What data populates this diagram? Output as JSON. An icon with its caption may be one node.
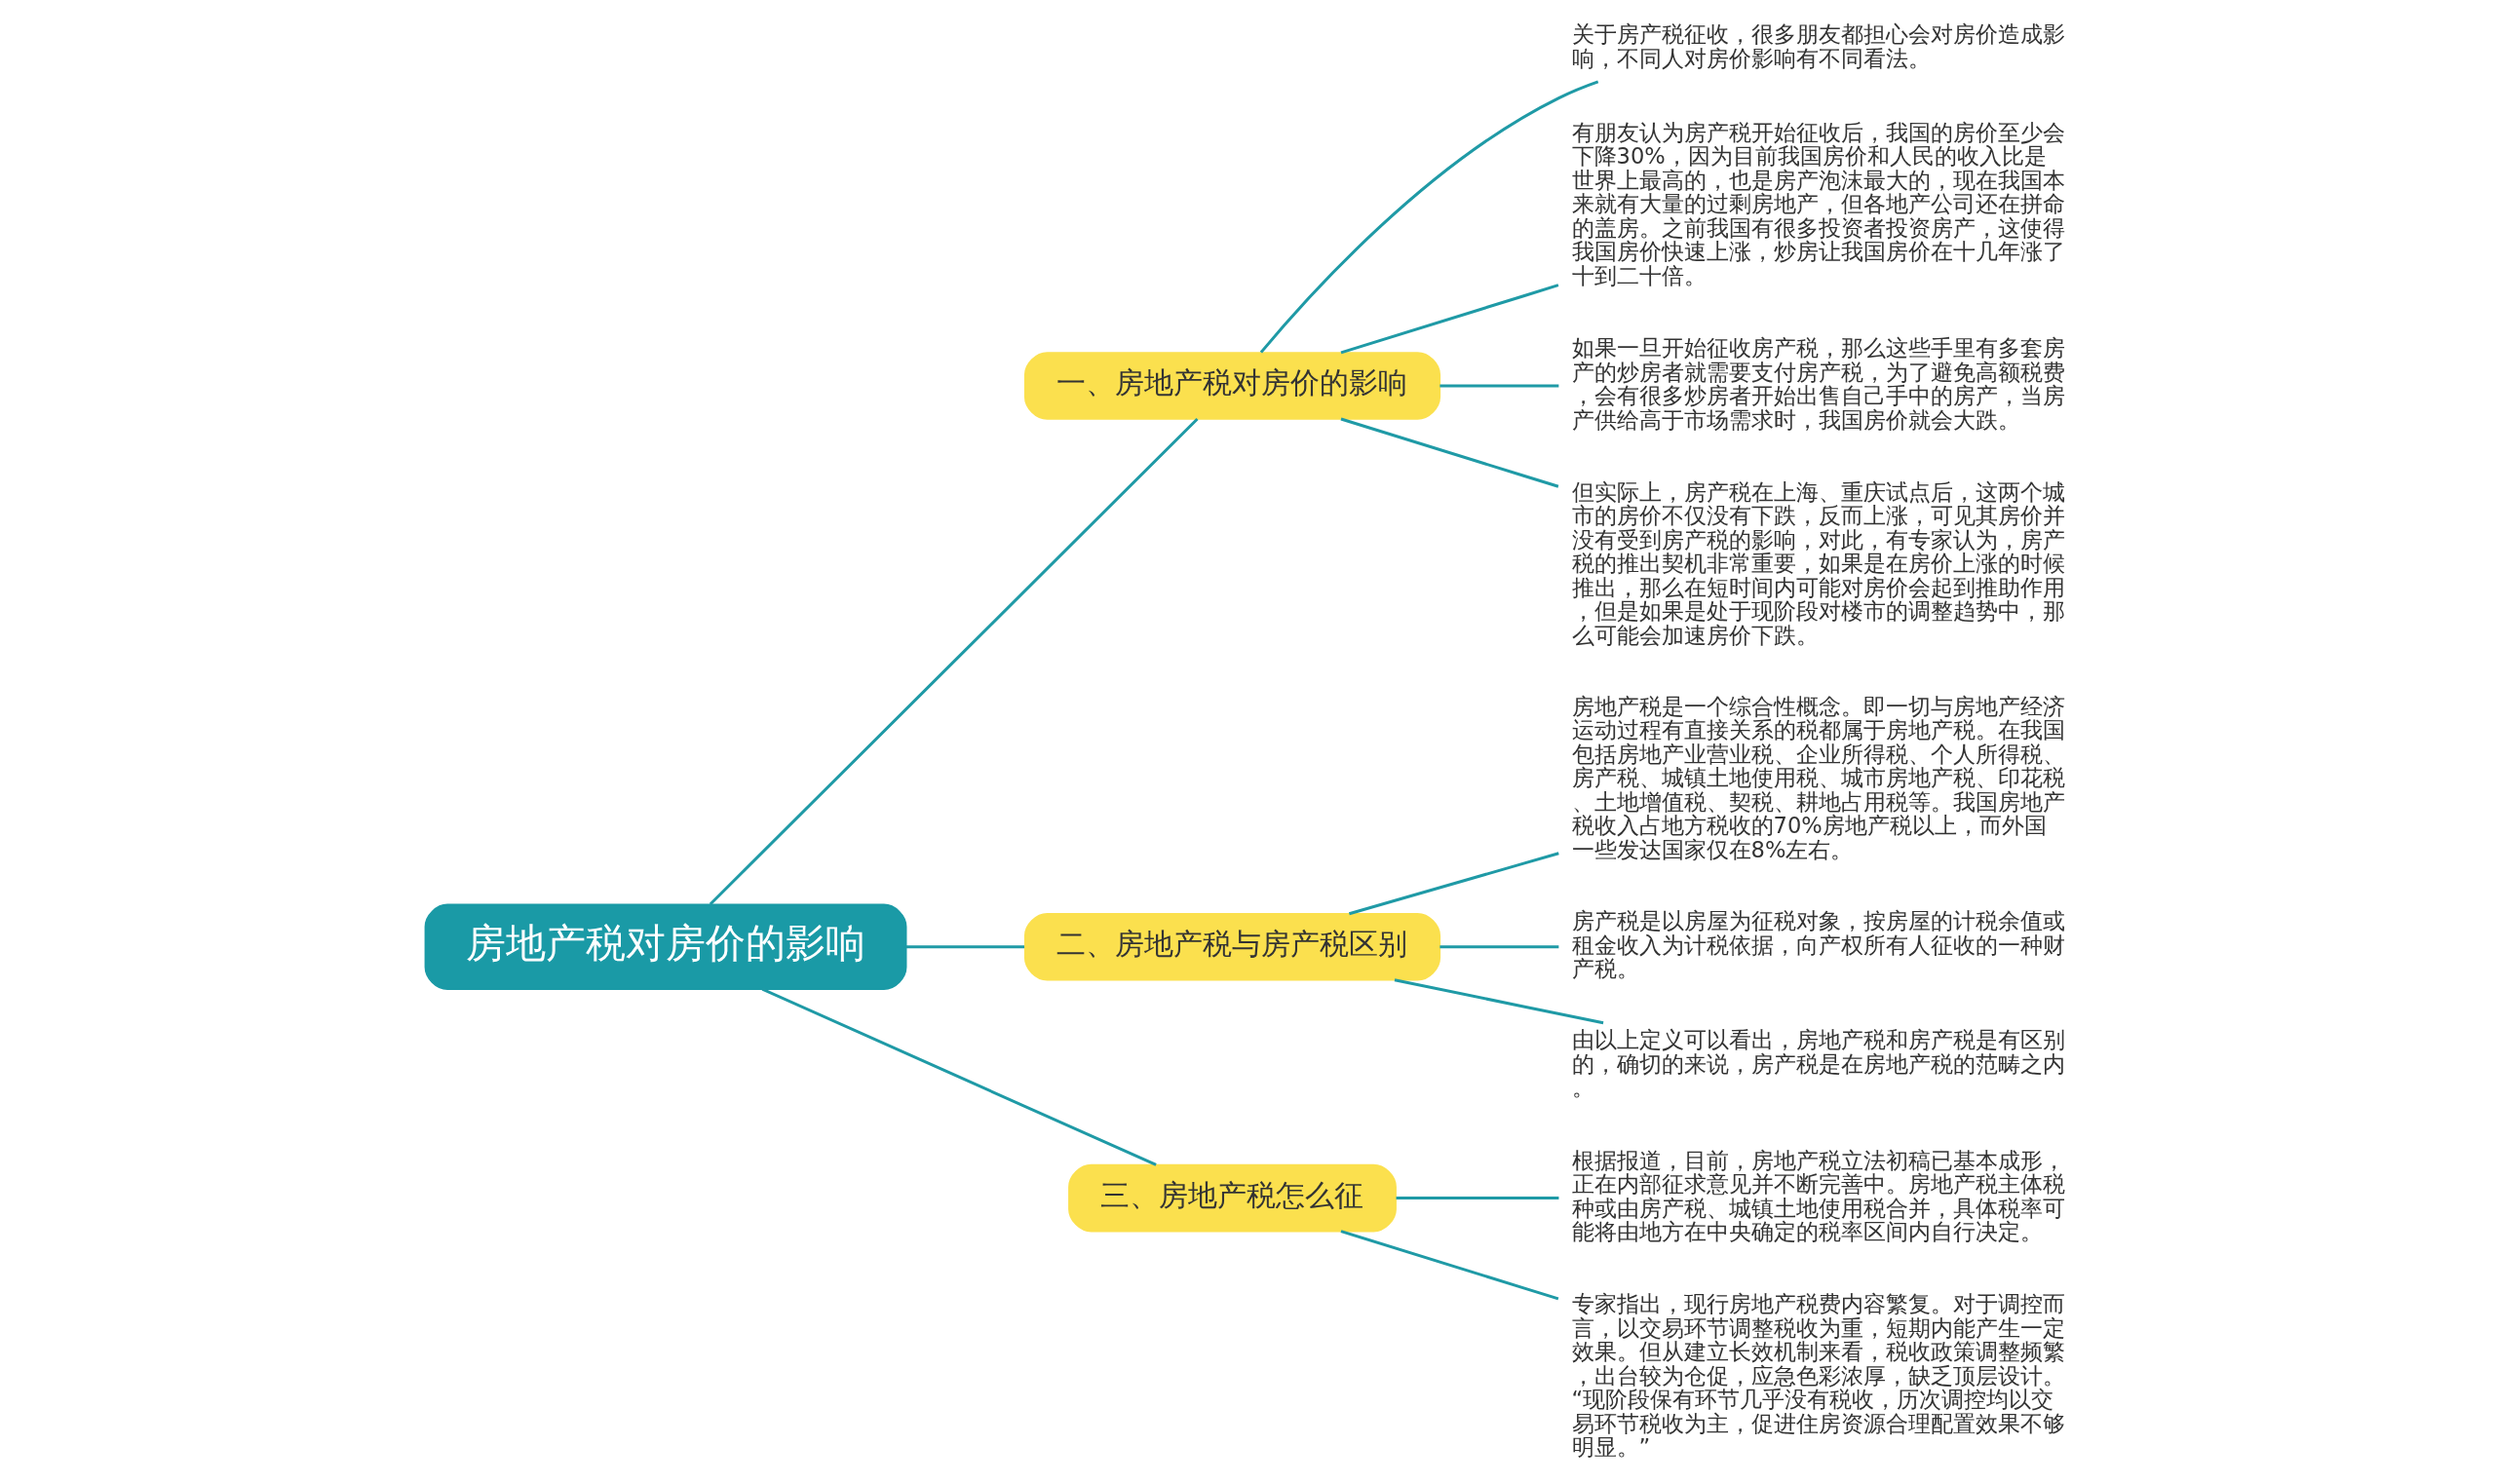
{
  "diagram": {
    "nodes": [
      {
        "text": [
          "房地产税对房价的影响"
        ]
      },
      {
        "text": [
          "一、房地产税对房价的影响"
        ]
      },
      {
        "text": [
          "关于房产税征收，很多朋友都担心会对房价造成影响，不同人对房价影响有不同看法。"
        ]
      },
      {
        "text": [
          "有朋友认为房产税开始征收后，我国的房价至少会下降30%，因为目前我国房价和人民的收入比是世界上最高的，也是房产泡沫最大的，现在我国本来就有大量的过剩房地产，但各地产公司还在拼命的盖房。之前我国有很多投资者投资房产，这使得我国房价快速上涨，炒房让我国房价在十几年涨了十到二十倍。"
        ]
      },
      {
        "text": [
          "如果一旦开始征收房产税，那么这些手里有多套房产的炒房者就需要支付房产税，为了避免高额税费，会有很多炒房者开始出售自己手中的房产，当房产供给高于市场需求时，我国房价就会大跌。"
        ]
      },
      {
        "text": [
          "但实际上，房产税在上海、重庆试点后，这两个城市的房价不仅没有下跌，反而上涨，可见其房价并没有受到房产税的影响，对此，有专家认为，房产税的推出契机非常重要，如果是在房价上涨的时候推出，那么在短时间内可能对房价会起到推助作用，但是如果是处于现阶段对楼市的调整趋势中，那么可能会加速房价下跌。"
        ]
      },
      {
        "text": [
          "二、房地产税与房产税区别"
        ]
      },
      {
        "text": [
          "房地产税是一个综合性概念。即一切与房地产经济运动过程有直接关系的税都属于房地产税。在我国包括房地产业营业税、企业所得税、个人所得税、房产税、城镇土地使用税、城市房地产税、印花税、土地增值税、契税、耕地占用税等。我国房地产税收入占地方税收的70%房地产税以上，而外国一些发达国家仅在8%左右。"
        ]
      },
      {
        "text": [
          "房产税是以房屋为征税对象，按房屋的计税余值或租金收入为计税依据，向产权所有人征收的一种财产税。"
        ]
      },
      {
        "text": [
          "由以上定义可以看出，房地产税和房产税是有区别的，确切的来说，房产税是在房地产税的范畴之内。"
        ]
      },
      {
        "text": [
          "三、房地产税怎么征"
        ]
      },
      {
        "text": [
          "根据报道，目前，房地产税立法初稿已基本成形，正在内部征求意见并不断完善中。房地产税主体税种或由房产税、城镇土地使用税合并，具体税率可能将由地方在中央确定的税率区间内自行决定。"
        ]
      },
      {
        "text": [
          "专家指出，现行房地产税费内容繁复。对于调控而言，以交易环节调整税收为重，短期内能产生一定效果。但从建立长效机制来看，税收政策调整频繁，出台较为仓促，应急色彩浓厚，缺乏顶层设计。“现阶段保有环节几乎没有税收，历次调控均以交易环节税收为主，促进住房资源合理配置效果不够明显。”"
        ]
      }
    ],
    "edges": [
      {
        "from": 0,
        "to": 1,
        "arrow": "none"
      },
      {
        "from": 1,
        "to": 2,
        "arrow": "none"
      },
      {
        "from": 1,
        "to": 3,
        "arrow": "none"
      },
      {
        "from": 1,
        "to": 4,
        "arrow": "none"
      },
      {
        "from": 1,
        "to": 5,
        "arrow": "none"
      },
      {
        "from": 0,
        "to": 6,
        "arrow": "none"
      },
      {
        "from": 6,
        "to": 7,
        "arrow": "none"
      },
      {
        "from": 6,
        "to": 8,
        "arrow": "none"
      },
      {
        "from": 6,
        "to": 9,
        "arrow": "none"
      },
      {
        "from": 0,
        "to": 10,
        "arrow": "none"
      },
      {
        "from": 10,
        "to": 11,
        "arrow": "none"
      },
      {
        "from": 10,
        "to": 12,
        "arrow": "none"
      }
    ]
  }
}
